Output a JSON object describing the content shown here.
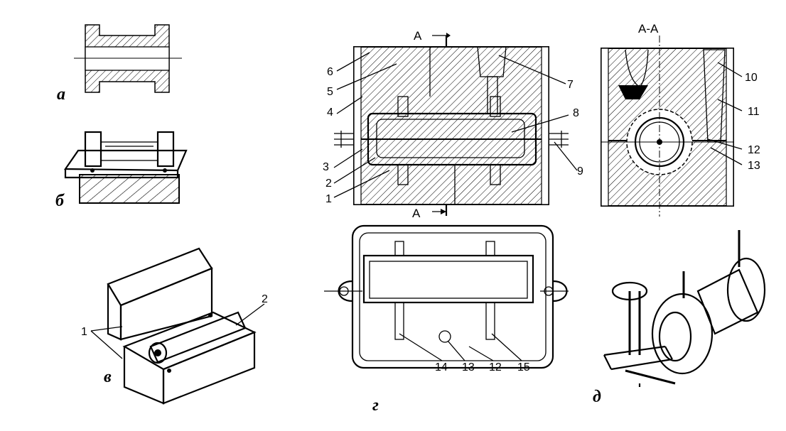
{
  "panels": {
    "a": "а",
    "b": "б",
    "v": "в",
    "g": "г",
    "d": "д"
  },
  "section_marks": {
    "top": "А",
    "bottom": "А",
    "section_title": "А-А"
  },
  "callouts_main": [
    "1",
    "2",
    "3",
    "4",
    "5",
    "6",
    "7",
    "8",
    "9"
  ],
  "callouts_side": [
    "10",
    "11",
    "12",
    "13"
  ],
  "callouts_g": [
    "14",
    "13",
    "12",
    "15"
  ],
  "callouts_v": [
    "1",
    "2"
  ]
}
